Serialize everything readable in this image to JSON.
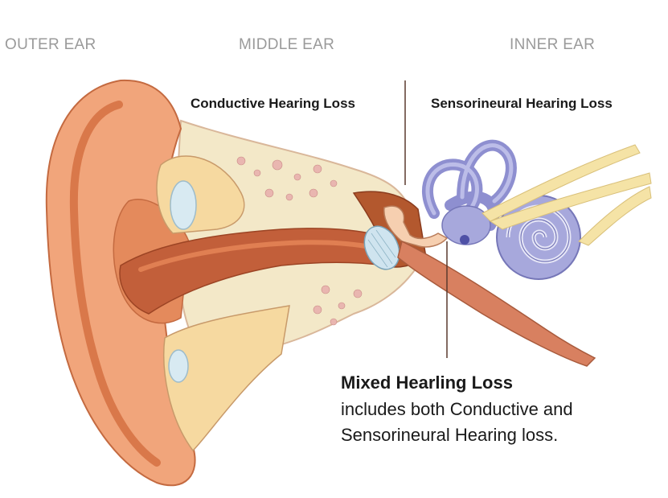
{
  "regions": {
    "outer": "OUTER EAR",
    "middle": "MIDDLE EAR",
    "inner": "INNER EAR"
  },
  "labels": {
    "conductive": "Conductive Hearing Loss",
    "sensorineural": "Sensorineural Hearing Loss"
  },
  "mixed": {
    "title": "Mixed Hearling Loss",
    "line1": "includes both Conductive and",
    "line2": "Sensorineural Hearing loss."
  },
  "colors": {
    "skin": "#f1a57b",
    "skin_dark": "#d9784a",
    "canal": "#c25f3a",
    "bone": "#f3e8c8",
    "cartilage": "#f6d9a0",
    "cochlea": "#a7a8dc",
    "nerve": "#f5e3a6",
    "divider": "#5a3a2e"
  }
}
